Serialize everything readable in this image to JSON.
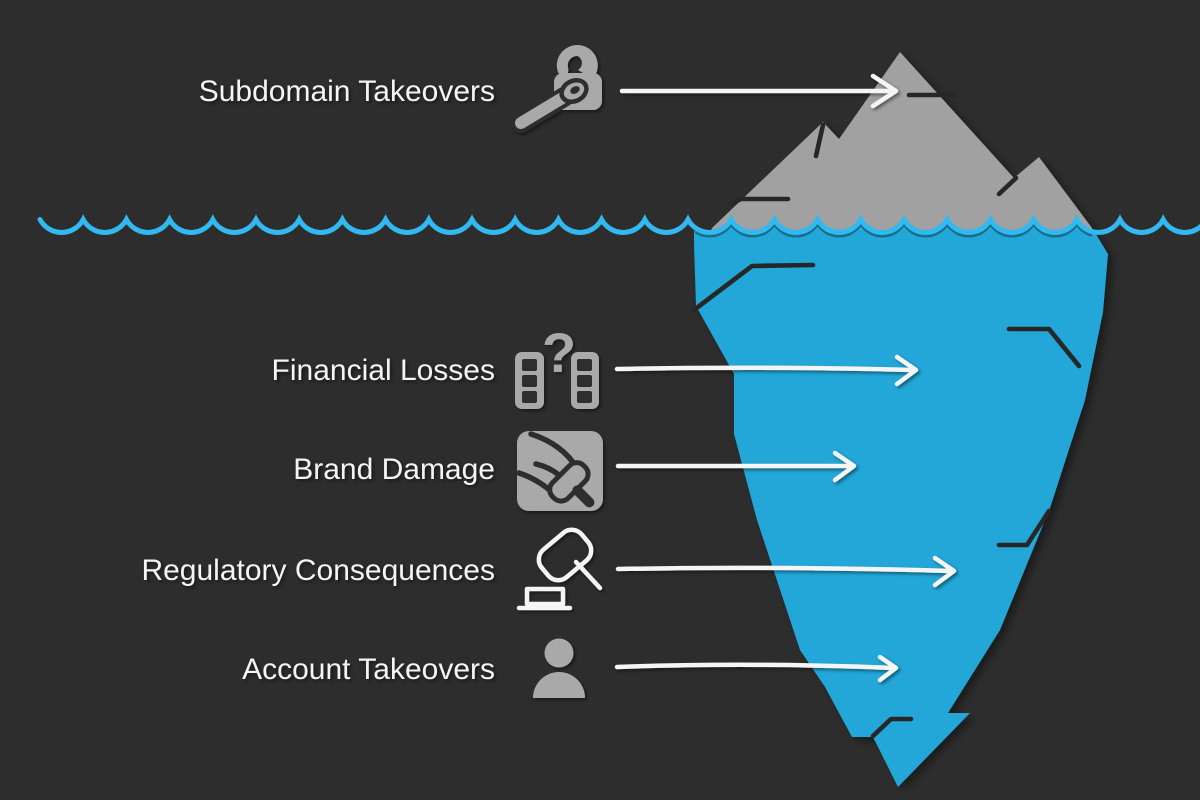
{
  "diagram": {
    "kind": "iceberg-risk-infographic",
    "above_water_section": "Subdomain Takeovers",
    "below_water_sections": [
      "Financial Losses",
      "Brand Damage",
      "Regulatory Consequences",
      "Account Takeovers"
    ]
  },
  "labels": [
    {
      "text": "Subdomain Takeovers",
      "icon": "unlocked-padlock-key-icon",
      "zone": "above-waterline"
    },
    {
      "text": "Financial Losses",
      "icon": "money-columns-question-icon",
      "zone": "below-waterline",
      "glyph": "?"
    },
    {
      "text": "Brand Damage",
      "icon": "paintbrush-square-icon",
      "zone": "below-waterline"
    },
    {
      "text": "Regulatory Consequences",
      "icon": "gavel-icon",
      "zone": "below-waterline"
    },
    {
      "text": "Account Takeovers",
      "icon": "person-icon",
      "zone": "below-waterline"
    }
  ],
  "colors": {
    "background": "#2d2d2d",
    "iceberg_above_water": "#a1a1a1",
    "iceberg_below_water": "#21a7d8",
    "waterline": "#31b9f0",
    "crevice": "#272727",
    "arrow_and_text": "#f5f5f5",
    "icon_gray": "#a9a9a9"
  }
}
